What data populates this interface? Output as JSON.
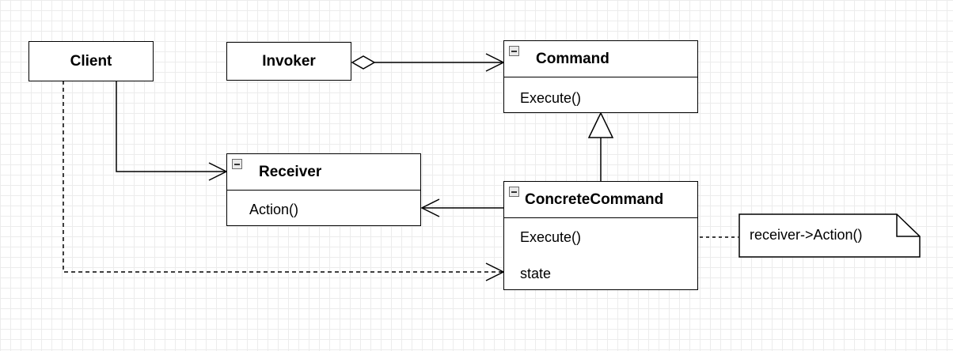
{
  "diagram": {
    "classes": {
      "client": {
        "name": "Client"
      },
      "invoker": {
        "name": "Invoker"
      },
      "command": {
        "name": "Command",
        "methods": [
          "Execute()"
        ]
      },
      "receiver": {
        "name": "Receiver",
        "methods": [
          "Action()"
        ]
      },
      "concrete_command": {
        "name": "ConcreteCommand",
        "methods": [
          "Execute()"
        ],
        "attributes": [
          "state"
        ]
      }
    },
    "note": {
      "text": "receiver->Action()"
    }
  }
}
